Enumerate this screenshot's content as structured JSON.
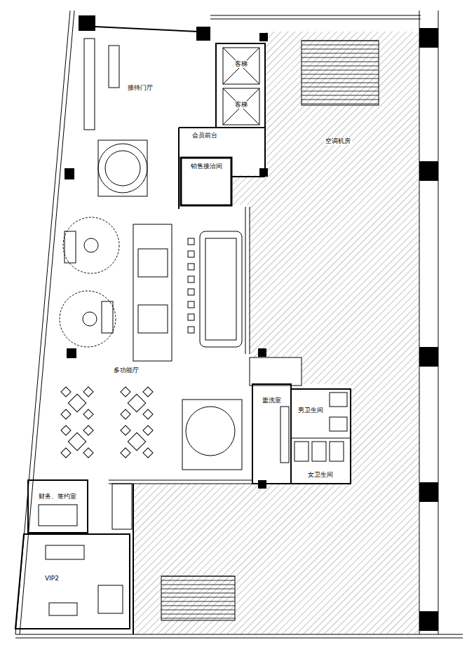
{
  "diagram": {
    "nodes": [
      {
        "text": [
          "客梯"
        ]
      },
      {
        "text": [
          "客梯"
        ]
      },
      {
        "text": [
          "会员前台"
        ]
      },
      {
        "text": [
          "销售接洽间"
        ]
      },
      {
        "text": [
          "盥洗室"
        ]
      },
      {
        "text": [
          "男卫生间"
        ]
      },
      {
        "text": [
          "女卫生间"
        ]
      },
      {
        "text": [
          "财务、签约室"
        ]
      },
      {
        "text": [
          "VIP2"
        ]
      }
    ],
    "labels": [
      "接待门厅",
      "多功能厅",
      "空调机房"
    ]
  }
}
